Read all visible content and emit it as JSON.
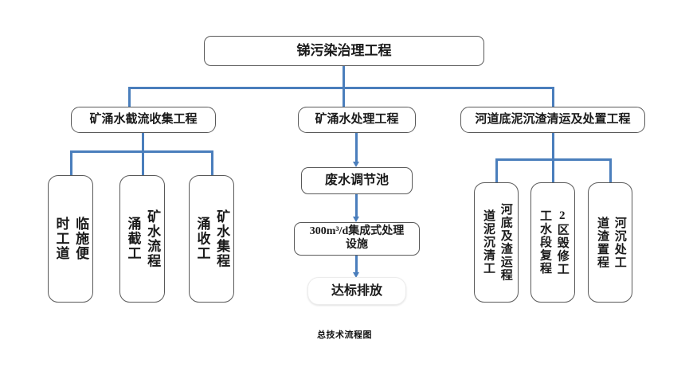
{
  "diagram": {
    "caption": "总技术流程图",
    "colors": {
      "connector": "#4a7ebc",
      "box_border": "#595959",
      "background": "#ffffff",
      "text": "#1a1a1a"
    },
    "root": {
      "label": "锑污染治理工程"
    },
    "branches": [
      {
        "key": "left",
        "label": "矿涌水截流收集工程",
        "children": [
          {
            "label": "临时施工便道",
            "vertical_text": "临施便\n时工道"
          },
          {
            "label": "矿涌水截流工程",
            "vertical_text": "矿水流程\n涌截工"
          },
          {
            "label": "矿涌水收集工程",
            "vertical_text": "矿水集程\n涌收工"
          }
        ]
      },
      {
        "key": "middle",
        "label": "矿涌水处理工程",
        "children": [
          {
            "label": "废水调节池"
          },
          {
            "label": "300m³/d集成式处理设施",
            "line1": "300m³/d集成式处理",
            "line2": "设施"
          },
          {
            "label": "达标排放"
          }
        ]
      },
      {
        "key": "right",
        "label": "河道底泥沉渣清运及处置工程",
        "children": [
          {
            "label": "河道底泥及沉渣清运工程",
            "vertical_text": "河底及渣运程\n道泥沉清工"
          },
          {
            "label": "2工区水毁段修复工程",
            "vertical_text": "2区毁修工\n工水段复程"
          },
          {
            "label": "河道沉渣处置工程",
            "vertical_text": "河沉处工\n道渣置程"
          }
        ]
      }
    ]
  }
}
